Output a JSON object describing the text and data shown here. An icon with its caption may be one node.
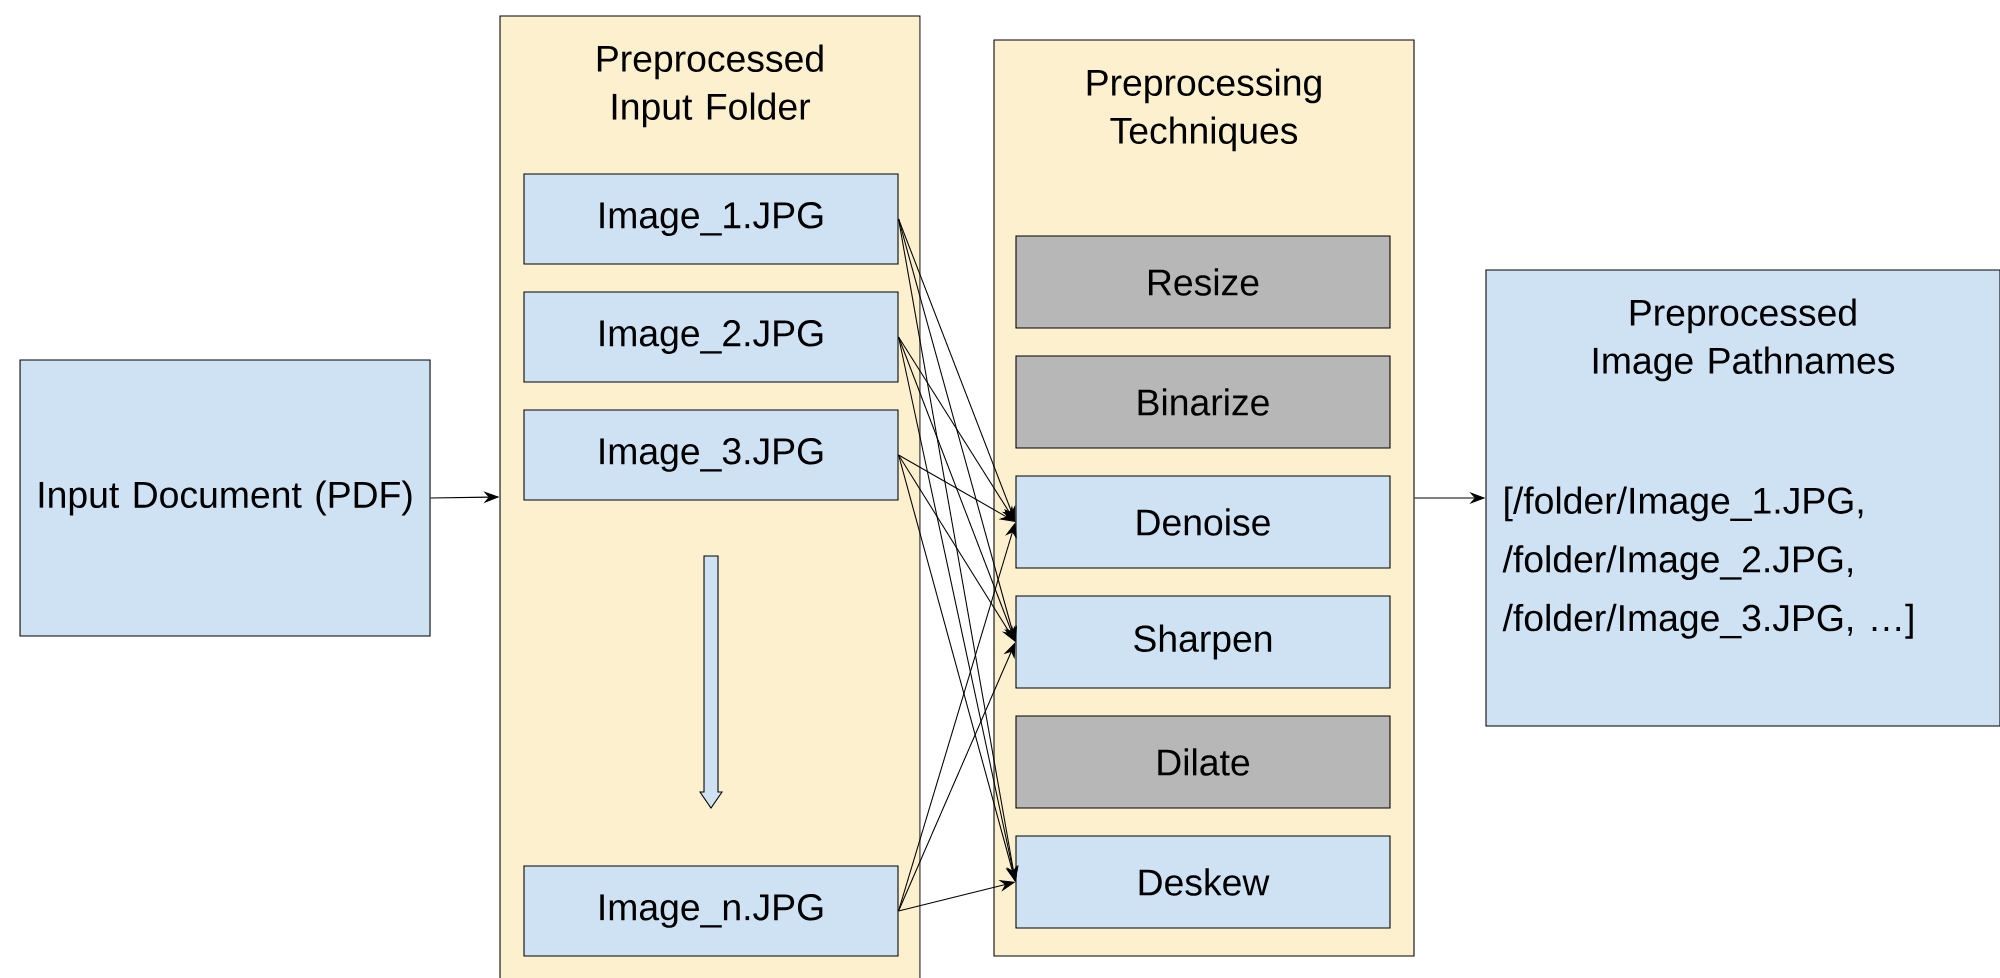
{
  "diagram": {
    "nodes": [
      {
        "text": [
          "Input Document (PDF)"
        ]
      },
      {
        "text": [
          "Preprocessed Input Folder"
        ]
      },
      {
        "text": [
          "Image_1.JPG"
        ],
        "in": 1
      },
      {
        "text": [
          "Image_2.JPG"
        ],
        "in": 1
      },
      {
        "text": [
          "Image_3.JPG"
        ],
        "in": 1
      },
      {
        "text": [
          "Image_n.JPG"
        ],
        "in": 1
      },
      {
        "text": [
          "Preprocessing Techniques"
        ]
      },
      {
        "text": [
          "Resize"
        ],
        "in": 6
      },
      {
        "text": [
          "Binarize"
        ],
        "in": 6
      },
      {
        "text": [
          "Denoise"
        ],
        "in": 6
      },
      {
        "text": [
          "Sharpen"
        ],
        "in": 6
      },
      {
        "text": [
          "Dilate"
        ],
        "in": 6
      },
      {
        "text": [
          "Deskew"
        ],
        "in": 6
      },
      {
        "text": [
          "Preprocessed Image Pathnames",
          "[/folder/Image_1.JPG, /folder/Image_2.JPG, /folder/Image_3.JPG, …]"
        ]
      }
    ],
    "edges": [
      {
        "from": 0,
        "to": 1,
        "arrow": "to"
      },
      {
        "from": 2,
        "to": 9,
        "arrow": "to"
      },
      {
        "from": 2,
        "to": 10,
        "arrow": "to"
      },
      {
        "from": 2,
        "to": 12,
        "arrow": "to"
      },
      {
        "from": 3,
        "to": 9,
        "arrow": "to"
      },
      {
        "from": 3,
        "to": 10,
        "arrow": "to"
      },
      {
        "from": 3,
        "to": 12,
        "arrow": "to"
      },
      {
        "from": 4,
        "to": 9,
        "arrow": "to"
      },
      {
        "from": 4,
        "to": 10,
        "arrow": "to"
      },
      {
        "from": 4,
        "to": 12,
        "arrow": "to"
      },
      {
        "from": 5,
        "to": 9,
        "arrow": "to"
      },
      {
        "from": 5,
        "to": 10,
        "arrow": "to"
      },
      {
        "from": 5,
        "to": 12,
        "arrow": "to"
      },
      {
        "from": 6,
        "to": 13,
        "arrow": "to"
      }
    ]
  }
}
